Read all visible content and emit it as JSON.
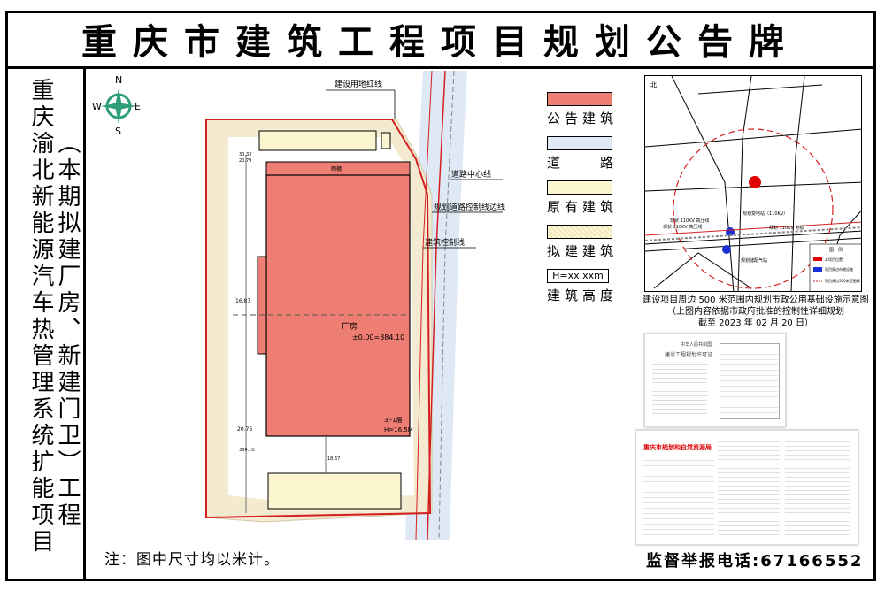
{
  "title": "重庆市建筑工程项目规划公告牌",
  "project_name_line1": "重庆渝北新能源汽车热管理系统扩能项目",
  "project_name_line2": "（本期拟建厂房、新建门卫）工程",
  "footer_note": "注：图中尺寸均以米计。",
  "supervision_phone": "监督举报电话:67166552",
  "compass": {
    "n": "N",
    "s": "S",
    "e": "E",
    "w": "W"
  },
  "site_plan": {
    "labels": {
      "red_line": "建设用地红线",
      "road_center": "道路中心线",
      "planned_road_edge": "规划道路控制线边线",
      "building_control": "建筑控制线",
      "building_name": "厂房",
      "elevation": "±0.00=384.10",
      "floors": "3/-1层",
      "height": "H=16.5M",
      "canopy": "雨棚",
      "dim_1": "16.87",
      "dim_2": "20.76",
      "dim_3": "30.33",
      "dim_4": "20.79",
      "dim_5": "384.10",
      "dim_6": "18.67"
    }
  },
  "legend": {
    "items": [
      {
        "label": "公告建筑",
        "color": "#ee7e73"
      },
      {
        "label": "道　　路",
        "color": "#dfe9f5"
      },
      {
        "label": "原有建筑",
        "color": "#fbf5d0"
      },
      {
        "label": "拟建建筑",
        "color": "#fbf5d0"
      }
    ],
    "height_box": "H=xx.xxm",
    "height_label": "建筑高度"
  },
  "location_map": {
    "north": "北",
    "labels": {
      "substation_planned": "规划变电站（110KV）",
      "hv_line_1": "现状 110KV 高压线",
      "hv_line_2": "现状 110KV 高压线",
      "cable_planned": "规划 110KV 电缆",
      "gas_station": "规划储配气站"
    },
    "legend_title": "图　例",
    "legend_items": [
      "本项目位置",
      "项目周边市政设施",
      "项目周边500米范围线"
    ],
    "caption_line1": "建设项目周边 500 米范围内规划市政公用基础设施示意图",
    "caption_line2": "（上图内容依据市政府批准的控制性详细规划",
    "caption_line3": "截至 2023 年 02 月 20 日）"
  },
  "documents": {
    "permit_title": "建设工程规划许可证",
    "permit_header": "中华人民共和国",
    "bureau_name": "重庆市规划和自然资源局"
  },
  "colors": {
    "announced_building": "#ee7e73",
    "road": "#dfe9f5",
    "existing_building": "#fbf5d0",
    "red_line": "#d32020"
  }
}
